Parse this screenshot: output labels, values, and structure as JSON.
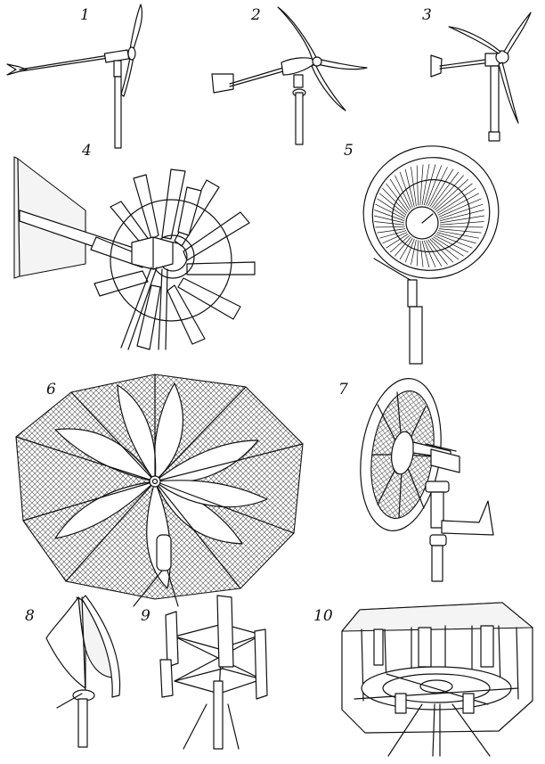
{
  "figure": {
    "labels": [
      "1",
      "2",
      "3",
      "4",
      "5",
      "6",
      "7",
      "8",
      "9",
      "10"
    ]
  }
}
